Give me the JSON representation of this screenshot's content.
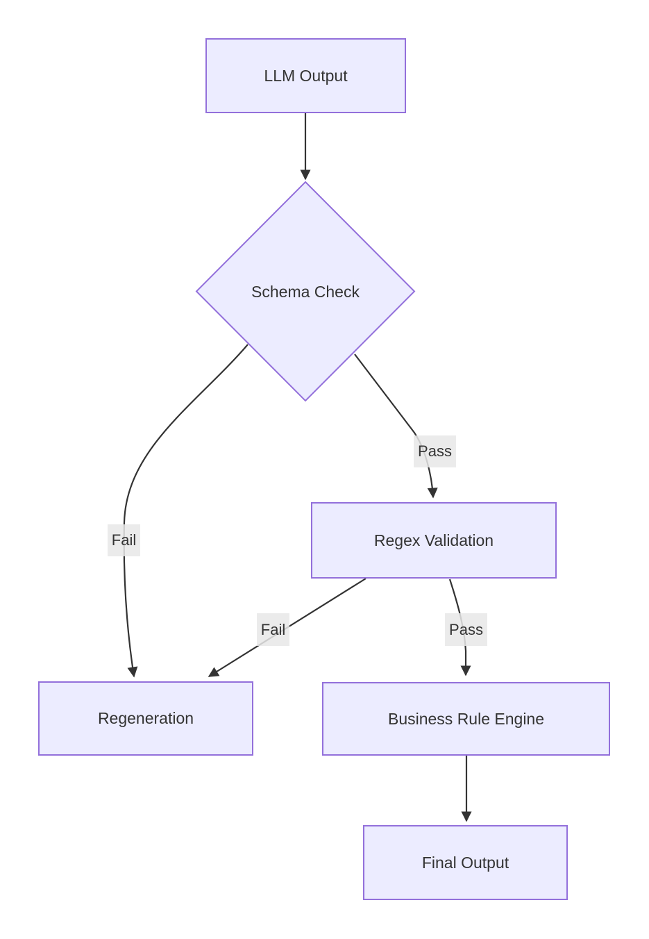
{
  "diagram": {
    "type": "flowchart",
    "direction": "top-down",
    "background": "#ffffff",
    "colors": {
      "node_fill": "#ECECFF",
      "node_border": "#9370DB",
      "text": "#333333",
      "edge": "#333333",
      "edge_label_bg": "rgba(232,232,232,0.85)"
    },
    "nodes": [
      {
        "id": "llm-output",
        "label": "LLM Output",
        "shape": "rect"
      },
      {
        "id": "schema-check",
        "label": "Schema Check",
        "shape": "diamond"
      },
      {
        "id": "regex-validation",
        "label": "Regex Validation",
        "shape": "rect"
      },
      {
        "id": "regeneration",
        "label": "Regeneration",
        "shape": "rect"
      },
      {
        "id": "business-rule-engine",
        "label": "Business Rule Engine",
        "shape": "rect"
      },
      {
        "id": "final-output",
        "label": "Final Output",
        "shape": "rect"
      }
    ],
    "edges": [
      {
        "from": "llm-output",
        "to": "schema-check",
        "label": ""
      },
      {
        "from": "schema-check",
        "to": "regex-validation",
        "label": "Pass"
      },
      {
        "from": "schema-check",
        "to": "regeneration",
        "label": "Fail"
      },
      {
        "from": "regex-validation",
        "to": "business-rule-engine",
        "label": "Pass"
      },
      {
        "from": "regex-validation",
        "to": "regeneration",
        "label": "Fail"
      },
      {
        "from": "business-rule-engine",
        "to": "final-output",
        "label": ""
      }
    ]
  }
}
